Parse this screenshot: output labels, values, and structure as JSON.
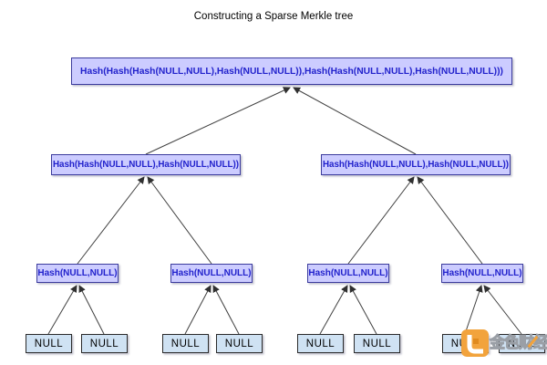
{
  "title": "Constructing a Sparse Merkle tree",
  "tree": {
    "root": {
      "label": "Hash(Hash(Hash(NULL,NULL),Hash(NULL,NULL)),Hash(Hash(NULL,NULL),Hash(NULL,NULL)))"
    },
    "level2": [
      {
        "label": "Hash(Hash(NULL,NULL),Hash(NULL,NULL))"
      },
      {
        "label": "Hash(Hash(NULL,NULL),Hash(NULL,NULL))"
      }
    ],
    "level3": [
      {
        "label": "Hash(NULL,NULL)"
      },
      {
        "label": "Hash(NULL,NULL)"
      },
      {
        "label": "Hash(NULL,NULL)"
      },
      {
        "label": "Hash(NULL,NULL)"
      }
    ],
    "leaves": [
      {
        "label": "NULL"
      },
      {
        "label": "NULL"
      },
      {
        "label": "NULL"
      },
      {
        "label": "NULL"
      },
      {
        "label": "NULL"
      },
      {
        "label": "NULL"
      },
      {
        "label": "NULL"
      },
      {
        "label": "NULL"
      }
    ]
  },
  "watermark": {
    "text": "金色财经",
    "logo": "jinse-coin-logo",
    "logo_color": "#f2a33c"
  },
  "colors": {
    "hash_node_fill": "#ccccff",
    "hash_node_border": "#3c3c9e",
    "hash_node_text": "#2222cc",
    "leaf_fill": "#cfe2f3",
    "leaf_border": "#2b2b2b",
    "edge": "#404040",
    "title_text": "#000000",
    "watermark_orange": "#f2a33c"
  }
}
